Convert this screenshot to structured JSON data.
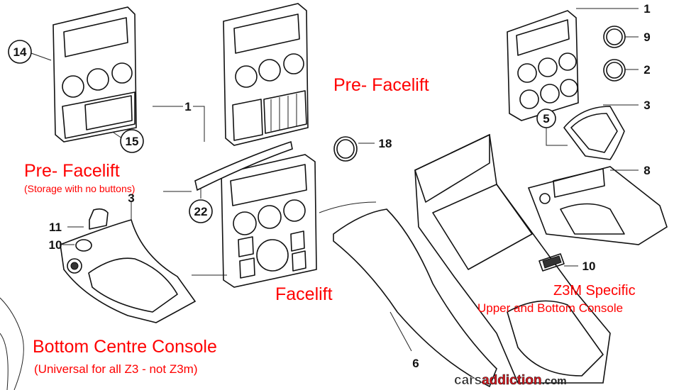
{
  "annotations": {
    "pre_facelift_top": "Pre- Facelift",
    "pre_facelift_left": "Pre- Facelift",
    "pre_facelift_left_note": "(Storage with no buttons)",
    "facelift": "Facelift",
    "bottom_console_title": "Bottom Centre Console",
    "bottom_console_note": "(Universal for all Z3 - not Z3m)",
    "z3m_title": "Z3M Specific",
    "z3m_note": "Upper and Bottom Console"
  },
  "part_numbers": {
    "p14": "14",
    "p15": "15",
    "p1_left": "1",
    "p22": "22",
    "p11": "11",
    "p10_left": "10",
    "p3_left": "3",
    "p18": "18",
    "p6": "6",
    "p1_right": "1",
    "p9": "9",
    "p2": "2",
    "p3_right": "3",
    "p5": "5",
    "p8": "8",
    "p10_right": "10"
  },
  "watermark": {
    "part1": "cars",
    "part2": "addiction",
    "part3": ".com"
  },
  "colors": {
    "annotation": "#ff0000",
    "watermark_red": "#e0141c",
    "line": "#111111"
  }
}
